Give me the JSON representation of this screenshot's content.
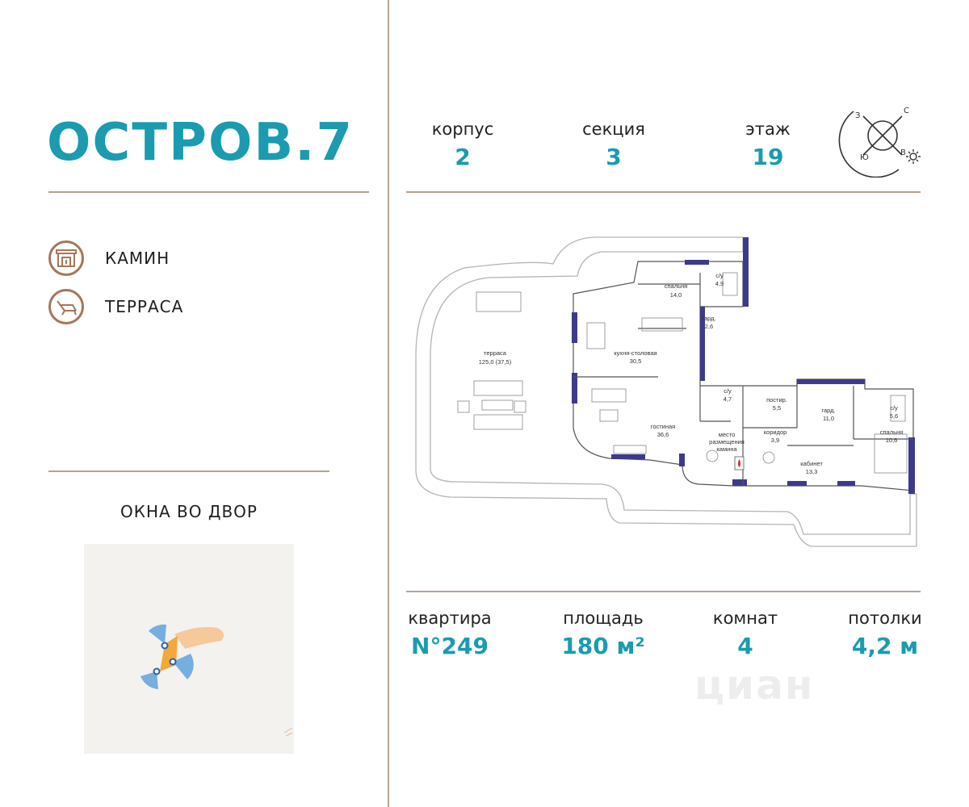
{
  "logo": {
    "text": "ОСТРОВ.7"
  },
  "features": [
    {
      "label": "КАМИН",
      "icon": "fireplace-icon"
    },
    {
      "label": "ТЕРРАСА",
      "icon": "deckchair-icon"
    }
  ],
  "windows_label": "ОКНА ВО ДВОР",
  "building": {
    "korpus_label": "корпус",
    "korpus_value": "2",
    "section_label": "секция",
    "section_value": "3",
    "floor_label": "этаж",
    "floor_value": "19"
  },
  "compass": {
    "north": "С",
    "west": "З",
    "east": "В",
    "south": "Ю",
    "icon": "compass-icon"
  },
  "plan_labels": {
    "terrace": "терраса",
    "terrace_area": "125,0 (37,5)",
    "bedroom1": "спальня",
    "bedroom1_area": "14,0",
    "bath1": "с/у",
    "bath1_area": "4,9",
    "ward1": "гард.",
    "ward1_area": "2,6",
    "kitchen": "кухня-столовая",
    "kitchen_area": "30,5",
    "living": "гостиная",
    "living_area": "36,6",
    "bath2": "с/у",
    "bath2_area": "4,7",
    "laundry": "постир.",
    "laundry_area": "5,5",
    "ward2": "гард.",
    "ward2_area": "11,0",
    "bath3": "с/у",
    "bath3_area": "5,6",
    "bedroom2": "спальня",
    "bedroom2_area": "10,6",
    "corridor": "коридор",
    "corridor_area": "3,9",
    "fireplace_l1": "место",
    "fireplace_l2": "размещения",
    "fireplace_l3": "камина",
    "office": "кабинет",
    "office_area": "13,3"
  },
  "apartment": {
    "number_label": "квартира",
    "number_value": "N°249",
    "area_label": "площадь",
    "area_value": "180 м²",
    "rooms_label": "комнат",
    "rooms_value": "4",
    "ceiling_label": "потолки",
    "ceiling_value": "4,2 м"
  },
  "watermark": "циан",
  "colors": {
    "accent": "#1a9bb0",
    "divider": "#b5a393",
    "icon_brown": "#a4765a",
    "wall": "#3d3a8c"
  }
}
